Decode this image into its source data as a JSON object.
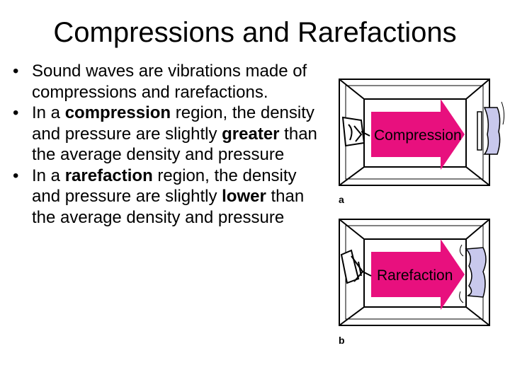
{
  "slide": {
    "title": "Compressions and Rarefactions",
    "bullet_glyph": "•",
    "bullets": [
      {
        "parts": [
          {
            "text": "Sound waves are vibrations made of compressions and rarefactions.",
            "bold": false
          }
        ]
      },
      {
        "parts": [
          {
            "text": "In a ",
            "bold": false
          },
          {
            "text": "compression",
            "bold": true
          },
          {
            "text": " region, the density and pressure are slightly ",
            "bold": false
          },
          {
            "text": "greater",
            "bold": true
          },
          {
            "text": " than the average density and pressure",
            "bold": false
          }
        ]
      },
      {
        "parts": [
          {
            "text": "In a ",
            "bold": false
          },
          {
            "text": "rarefaction",
            "bold": true
          },
          {
            "text": " region, the density and pressure are slightly ",
            "bold": false
          },
          {
            "text": "lower",
            "bold": true
          },
          {
            "text": " than the average density and pressure",
            "bold": false
          }
        ]
      }
    ]
  },
  "figure": {
    "panels": [
      {
        "label": "a",
        "arrow_text": "Compression"
      },
      {
        "label": "b",
        "arrow_text": "Rarefaction"
      }
    ],
    "colors": {
      "arrow": "#e8107e",
      "membrane": "#c8c8ec",
      "frame": "#000000"
    }
  }
}
